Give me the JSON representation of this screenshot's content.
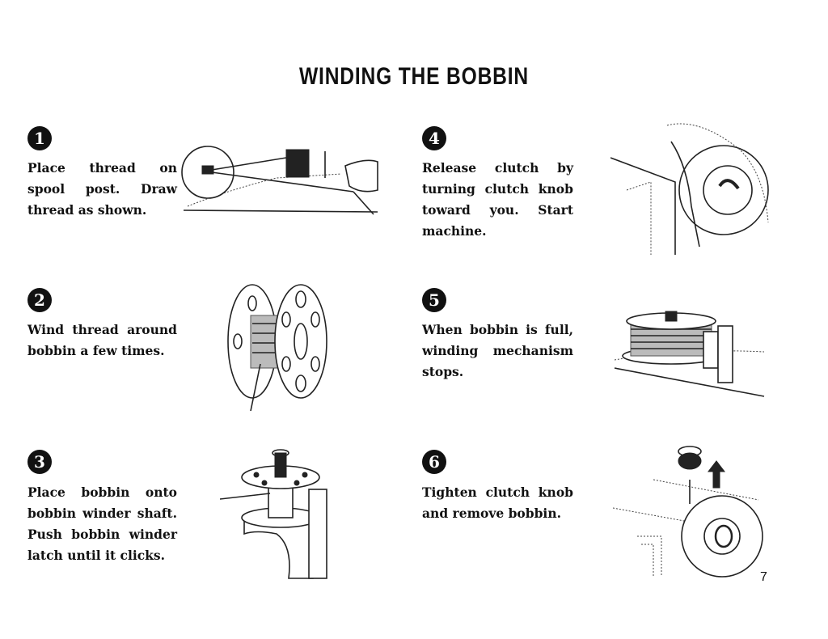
{
  "page": {
    "title": "WINDING THE BOBBIN",
    "page_number": "7"
  },
  "steps": [
    {
      "number": "1",
      "text": "Place thread on spool post. Draw thread as shown."
    },
    {
      "number": "2",
      "text": "Wind thread around bobbin a few times."
    },
    {
      "number": "3",
      "text": "Place bobbin onto bobbin winder shaft. Push bobbin winder latch until it clicks."
    },
    {
      "number": "4",
      "text": "Release clutch by turning clutch knob toward you. Start machine."
    },
    {
      "number": "5",
      "text": "When bobbin is full, winding mechanism stops."
    },
    {
      "number": "6",
      "text": "Tighten clutch knob and remove bobbin."
    }
  ],
  "illustrations": {
    "step1": "spool-post-thread-illustration",
    "step2": "bobbin-wound-illustration",
    "step3": "bobbin-on-winder-shaft-illustration",
    "step4": "clutch-knob-hand-illustration",
    "step5": "full-bobbin-winder-illustration",
    "step6": "remove-bobbin-illustration"
  }
}
